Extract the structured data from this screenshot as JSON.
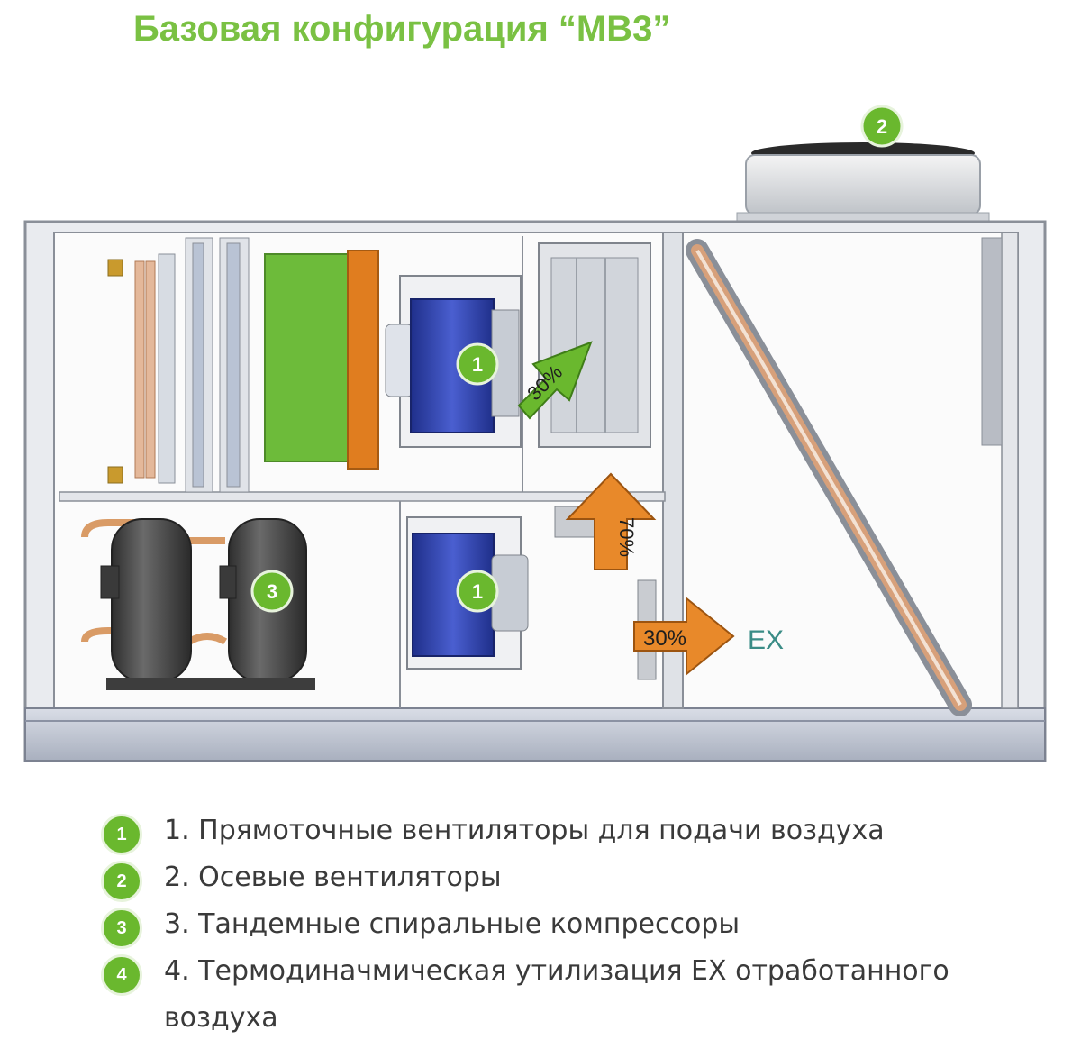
{
  "title": "Базовая конфигурация “MB3”",
  "badges": {
    "top_fan": "2",
    "supply_fan": "1",
    "exhaust_fan": "1",
    "compressors": "3"
  },
  "arrows": {
    "supply_pct": "30%",
    "up_pct": "70%",
    "exhaust_pct": "30%",
    "exhaust_label": "EX"
  },
  "legend": [
    {
      "num": "1",
      "text": "1. Прямоточные вентиляторы для подачи воздуха"
    },
    {
      "num": "2",
      "text": "2. Осевые вентиляторы"
    },
    {
      "num": "3",
      "text": "3. Тандемные спиральные компрессоры"
    },
    {
      "num": "4",
      "text": "4. Термодиначмическая утилизация  EX отработанного"
    }
  ],
  "legend_continuation": "воздуха",
  "colors": {
    "accent_green": "#7ac143",
    "badge_green": "#6ab82e",
    "arrow_orange": "#e8892a",
    "arrow_green": "#6ab82e",
    "filter_orange": "#e07d1f",
    "filter_green": "#6dbb3a",
    "fan_blue": "#2f3fa8",
    "compressor_gray": "#4a4a4a"
  }
}
